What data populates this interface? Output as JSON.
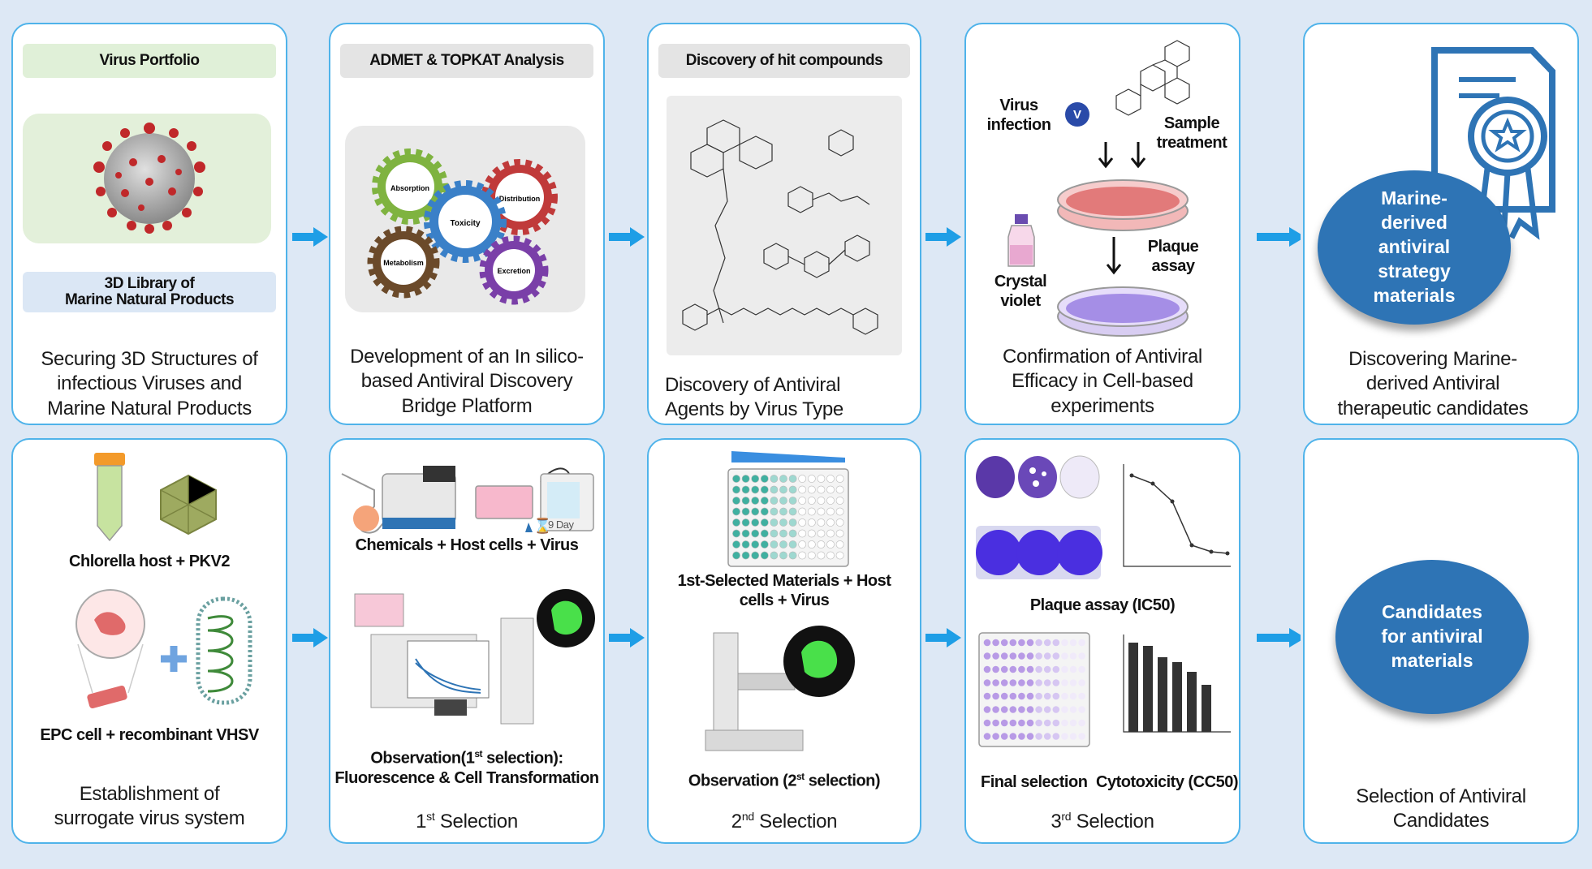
{
  "steps": [
    {
      "header_top": "Virus Portfolio",
      "header_bottom": "3D Library of\nMarine Natural Products",
      "caption": "Securing 3D Structures of infectious Viruses and Marine Natural Products"
    },
    {
      "header": "ADMET & TOPKAT Analysis",
      "gears": [
        "Absorption",
        "Distribution",
        "Toxicity",
        "Metabolism",
        "Excretion"
      ],
      "caption": "Development of an In silico-based Antiviral Discovery Bridge Platform"
    },
    {
      "header": "Discovery of hit compounds",
      "caption": "Discovery of Antiviral Agents by Virus Type"
    },
    {
      "labels": {
        "virus_infection": "Virus infection",
        "virus_badge": "V",
        "sample_treatment": "Sample treatment",
        "crystal_violet": "Crystal violet",
        "plaque_assay": "Plaque assay"
      },
      "caption": "Confirmation of Antiviral Efficacy in Cell-based experiments"
    },
    {
      "circle": "Marine-\nderived\nantiviral\nstrategy\nmaterials",
      "caption": "Discovering Marine-derived Antiviral therapeutic candidates"
    }
  ],
  "bottom": [
    {
      "label1": "Chlorella host + PKV2",
      "label2": "EPC cell + recombinant VHSV",
      "caption": "Establishment of surrogate virus system"
    },
    {
      "day_label": "9 Day",
      "label1": "Chemicals + Host cells + Virus",
      "label2_a": "Observation(1",
      "label2_sup": "st",
      "label2_b": " selection):",
      "label2_line2": "Fluorescence & Cell Transformation",
      "caption_num": "1",
      "caption_sup": "st",
      "caption_text": " Selection"
    },
    {
      "label1": "1st-Selected Materials + Host cells + Virus",
      "label2_a": "Observation (2",
      "label2_sup": "st",
      "label2_b": " selection)",
      "caption_num": "2",
      "caption_sup": "nd",
      "caption_text": " Selection"
    },
    {
      "label1": "Plaque assay (IC50)",
      "label2": "Final selection",
      "label3": "Cytotoxicity (CC50)",
      "caption_num": "3",
      "caption_sup": "rd",
      "caption_text": " Selection"
    },
    {
      "circle": "Candidates\nfor antiviral\nmaterials",
      "caption": "Selection of Antiviral Candidates"
    }
  ],
  "colors": {
    "border": "#4fb3ea",
    "arrow": "#1e9ee6",
    "circle": "#2e74b5",
    "plaque_purple": "#6a3fc8"
  }
}
